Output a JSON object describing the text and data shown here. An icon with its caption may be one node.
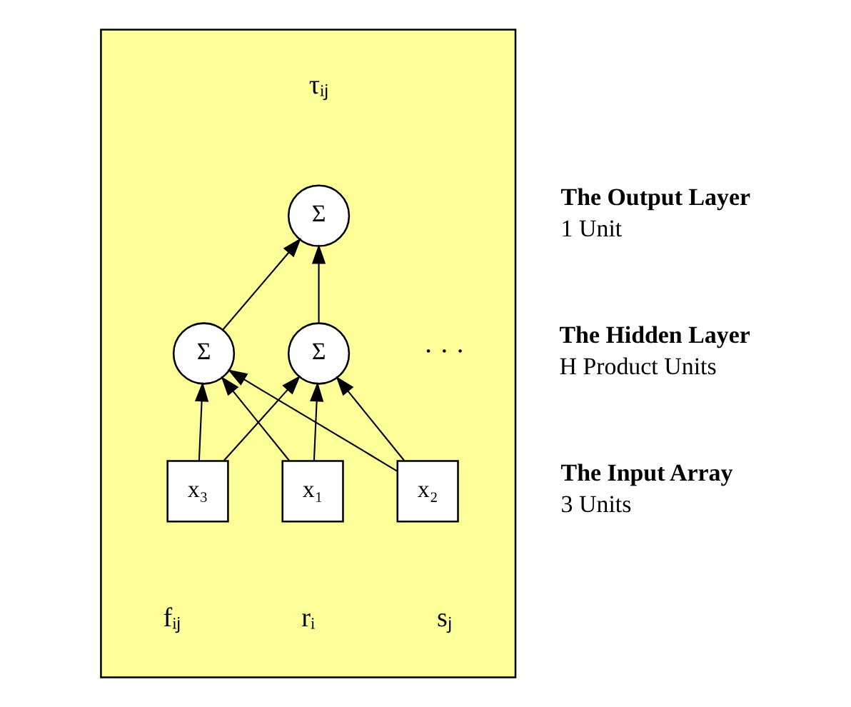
{
  "diagram": {
    "nodes": [
      {
        "text": [],
        "shape": "box"
      },
      {
        "text": [
          "Σ"
        ],
        "in": 0,
        "beside": [
          "τᵢⱼ"
        ]
      },
      {
        "text": [
          "Σ"
        ],
        "in": 0
      },
      {
        "text": [
          "Σ"
        ],
        "in": 0
      },
      {
        "text": [
          "x₁"
        ],
        "in": 0,
        "beside": [
          "rᵢ"
        ]
      },
      {
        "text": [
          "x₂"
        ],
        "in": 0,
        "beside": [
          "sⱼ"
        ]
      },
      {
        "text": [
          "x₃"
        ],
        "in": 0,
        "beside": [
          "fᵢⱼ"
        ]
      }
    ],
    "edges": [
      {
        "from": 2,
        "to": 1,
        "arrow": "to"
      },
      {
        "from": 3,
        "to": 1,
        "arrow": "to"
      },
      {
        "from": 4,
        "to": 2,
        "arrow": "to"
      },
      {
        "from": 4,
        "to": 3,
        "arrow": "to"
      },
      {
        "from": 5,
        "to": 2,
        "arrow": "to"
      },
      {
        "from": 5,
        "to": 3,
        "arrow": "to"
      },
      {
        "from": 6,
        "to": 2,
        "arrow": "to"
      },
      {
        "from": 6,
        "to": 3,
        "arrow": "to"
      }
    ],
    "labels": [
      "· · ·",
      "The Output Layer",
      "1 Unit",
      "The Hidden Layer",
      "H Product Units",
      "The Input Array",
      "3 Units"
    ]
  }
}
